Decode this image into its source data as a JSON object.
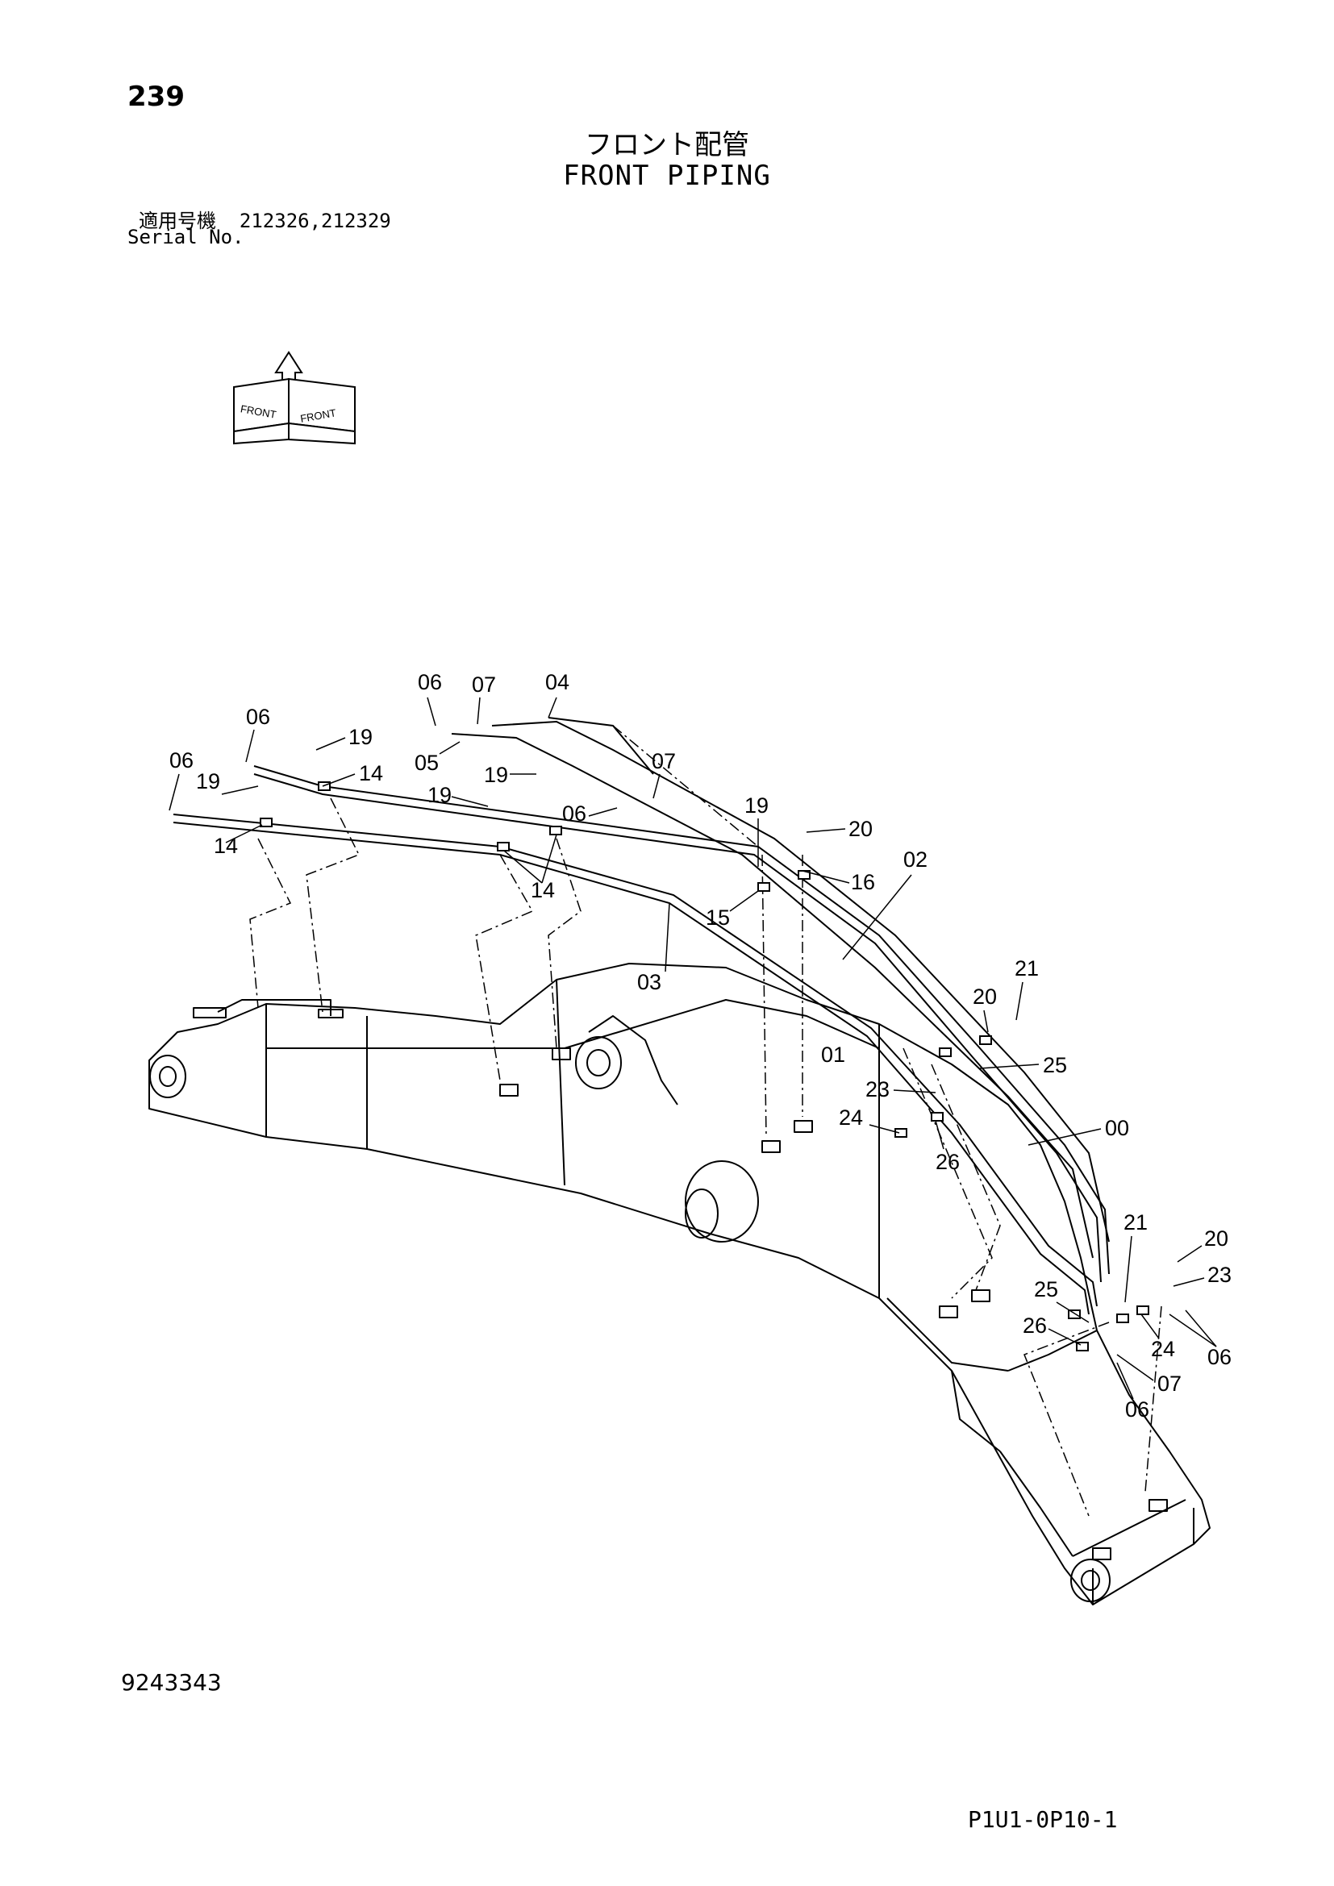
{
  "header": {
    "page_number": "239",
    "title_jp": "フロント配管",
    "title_en": "FRONT PIPING",
    "serial_label_jp": "適用号機",
    "serial_values": "212326,212329",
    "serial_label_en": "Serial No."
  },
  "orientation_icon": {
    "name": "front-direction-icon",
    "labels": [
      "FRONT",
      "FRONT"
    ]
  },
  "callouts": {
    "c1": "06",
    "c2": "07",
    "c3": "04",
    "c4": "06",
    "c5": "19",
    "c6": "05",
    "c7": "07",
    "c8": "06",
    "c9": "14",
    "c10": "19",
    "c11": "19",
    "c12": "19",
    "c13": "06",
    "c14": "14",
    "c15": "19",
    "c16": "20",
    "c17": "02",
    "c18": "16",
    "c19": "14",
    "c20": "15",
    "c21": "03",
    "c22": "21",
    "c23": "20",
    "c24": "01",
    "c25": "25",
    "c26": "23",
    "c27": "00",
    "c28": "24",
    "c29": "26",
    "c30": "21",
    "c31": "20",
    "c32": "25",
    "c33": "23",
    "c34": "26",
    "c35": "24",
    "c36": "06",
    "c37": "07",
    "c38": "06"
  },
  "footer": {
    "drawing_number": "9243343",
    "sheet_code": "P1U1-0P10-1"
  }
}
